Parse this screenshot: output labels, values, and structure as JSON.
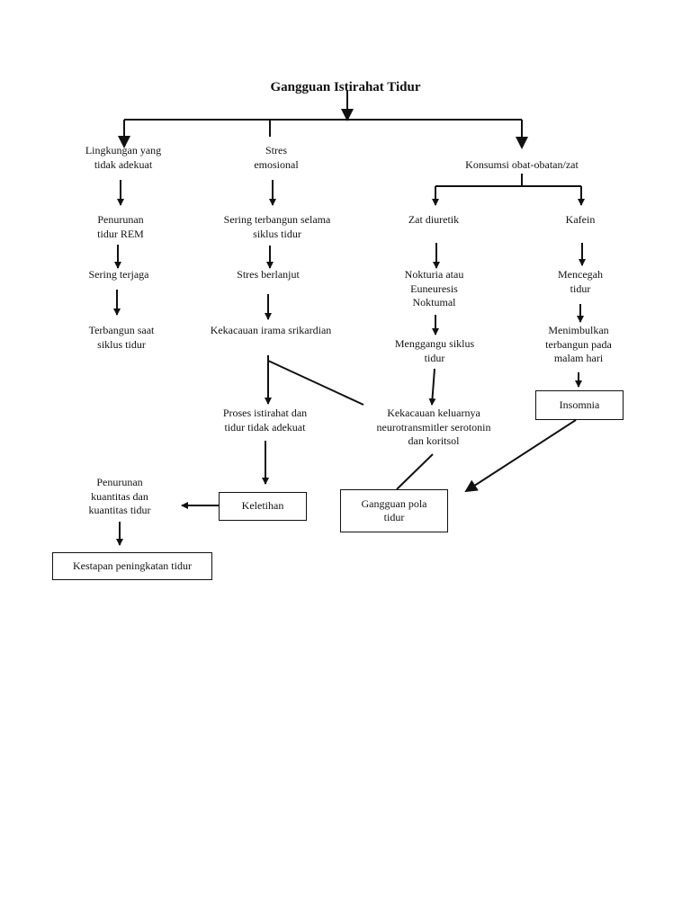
{
  "diagram": {
    "title": "Gangguan Istirahat Tidur",
    "col1": {
      "header": "Lingkungan yang\ntidak adekuat",
      "step1": "Penurunan\ntidur REM",
      "step2": "Sering terjaga",
      "step3": "Terbangun saat\nsiklus tidur"
    },
    "col2": {
      "header": "Stres\nemosional",
      "step1": "Sering terbangun selama\nsiklus tidur",
      "step2": "Stres berlanjut",
      "step3": "Kekacauan irama srikardian",
      "step4": "Proses istirahat dan\ntidur tidak adekuat"
    },
    "col3": {
      "header": "Konsumsi obat-obatan/zat",
      "branch_a": {
        "label": "Zat diuretik",
        "step1": "Nokturia atau\nEuneuresis\nNoktumal",
        "step2": "Menggangu siklus\ntidur",
        "step3": "Kekacauan keluarnya\nneurotransmitler serotonin\ndan koritsol"
      },
      "branch_b": {
        "label": "Kafein",
        "step1": "Mencegah\ntidur",
        "step2": "Menimbulkan\nterbangun pada\nmalam hari",
        "box": "Insomnia"
      }
    },
    "bottom": {
      "keletihan": "Keletihan",
      "penurunan": "Penurunan\nkuantitas dan\nkuantitas tidur",
      "kestapan": "Kestapan peningkatan tidur",
      "gangguan_pola": "Gangguan pola\ntidur"
    }
  }
}
